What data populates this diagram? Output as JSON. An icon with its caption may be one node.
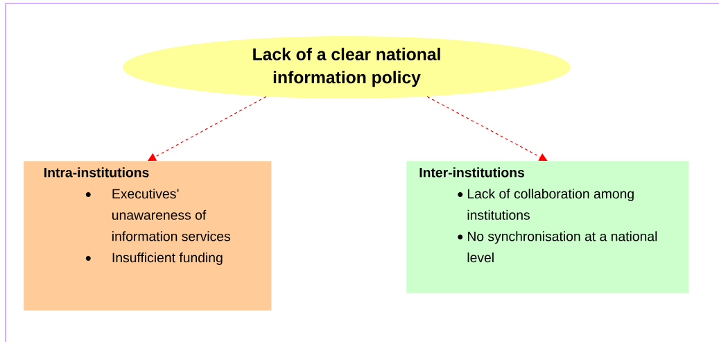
{
  "diagram": {
    "nodes": [
      {
        "text": [
          "Lack of a clear national information policy"
        ]
      },
      {
        "text": [
          "Intra-institutions",
          "Executives’ unawareness of information services",
          "Insufficient funding"
        ]
      },
      {
        "text": [
          "Inter-institutions",
          "Lack of collaboration among institutions",
          "No synchronisation at a national level"
        ]
      }
    ],
    "edges": [
      {
        "from": 0,
        "to": 1,
        "arrow": "to",
        "style": "dashed"
      },
      {
        "from": 0,
        "to": 2,
        "arrow": "to",
        "style": "dashed"
      }
    ]
  }
}
